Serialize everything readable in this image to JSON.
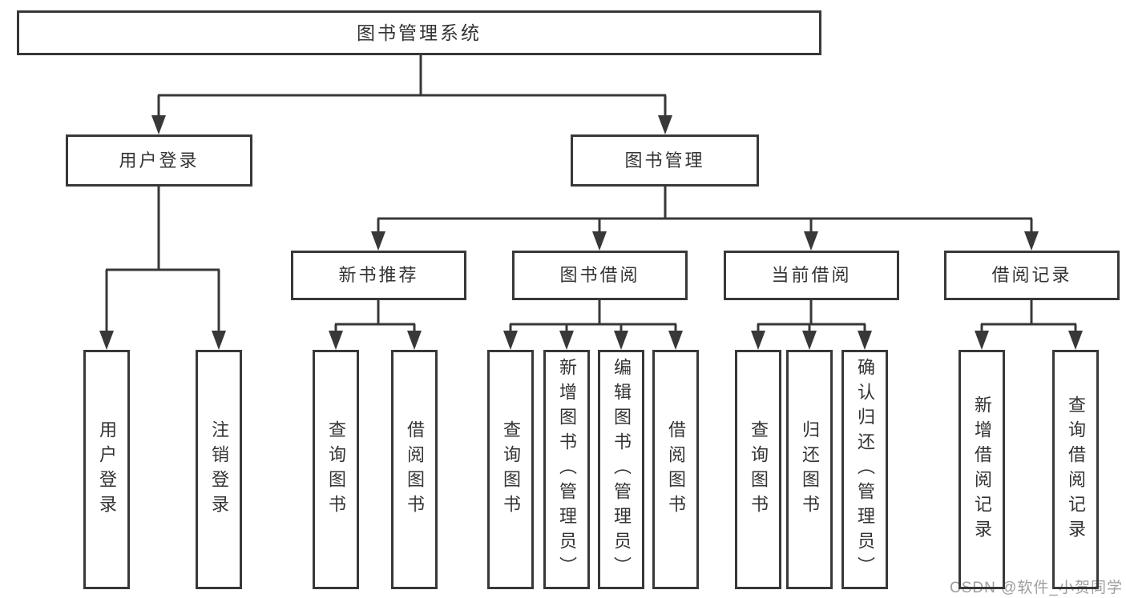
{
  "title": {
    "label": "图书管理系统"
  },
  "level2": [
    {
      "label": "用户登录"
    },
    {
      "label": "图书管理"
    }
  ],
  "level3": [
    {
      "label": "新书推荐"
    },
    {
      "label": "图书借阅"
    },
    {
      "label": "当前借阅"
    },
    {
      "label": "借阅记录"
    }
  ],
  "leaves": [
    {
      "label": "用户登录"
    },
    {
      "label": "注销登录"
    },
    {
      "label": "查询图书"
    },
    {
      "label": "借阅图书"
    },
    {
      "label": "查询图书"
    },
    {
      "label": "新增图书（管理员）"
    },
    {
      "label": "编辑图书（管理员）"
    },
    {
      "label": "借阅图书"
    },
    {
      "label": "查询图书"
    },
    {
      "label": "归还图书"
    },
    {
      "label": "确认归还（管理员）"
    },
    {
      "label": "新增借阅记录"
    },
    {
      "label": "查询借阅记录"
    }
  ],
  "watermark": {
    "text": "CSDN @软件_小贺同学"
  },
  "colors": {
    "line": "#383838",
    "text": "#333333",
    "watermark": "#9e9e9e",
    "background": "#ffffff"
  }
}
